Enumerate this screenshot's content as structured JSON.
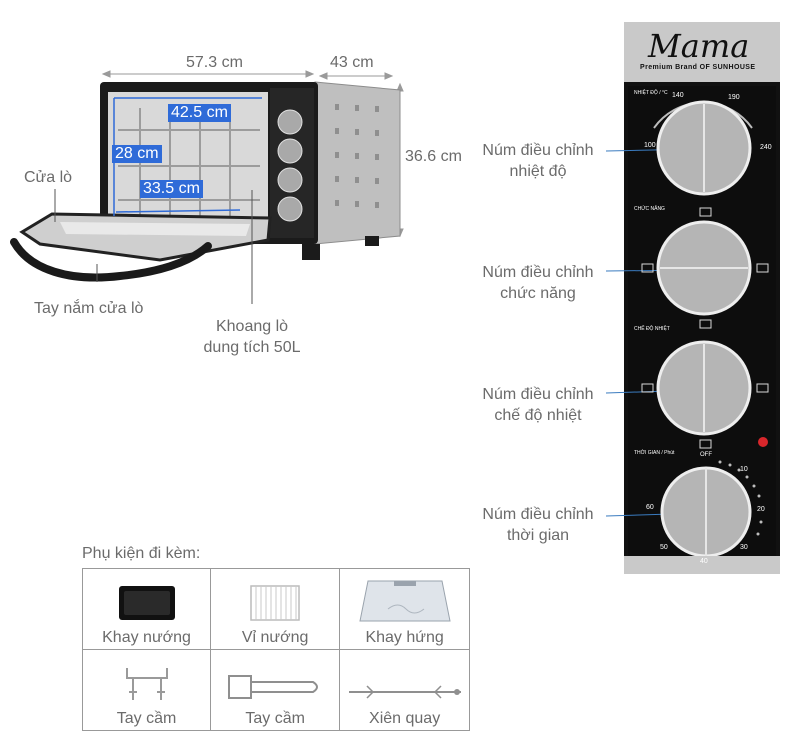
{
  "dimensions": {
    "width": "57.3 cm",
    "depth": "43 cm",
    "height": "36.6 cm",
    "inner_width": "42.5 cm",
    "inner_height": "28 cm",
    "inner_depth": "33.5 cm"
  },
  "callouts": {
    "door": "Cửa lò",
    "handle": "Tay nắm cửa lò",
    "cavity_line1": "Khoang lò",
    "cavity_line2": "dung tích 50L"
  },
  "knobs": [
    {
      "line1": "Núm điều chỉnh",
      "line2": "nhiệt độ"
    },
    {
      "line1": "Núm điều chỉnh",
      "line2": "chức năng"
    },
    {
      "line1": "Núm điều chỉnh",
      "line2": "chế độ nhiệt"
    },
    {
      "line1": "Núm điều chỉnh",
      "line2": "thời gian"
    }
  ],
  "panel": {
    "brand": "Mama",
    "tagline": "Premium Brand OF SUNHOUSE",
    "temp_label": "NHIỆT ĐỘ / °C",
    "temp_ticks": [
      "100",
      "140",
      "190",
      "240"
    ],
    "function_label": "CHỨC NĂNG",
    "heat_label": "CHẾ ĐỘ NHIỆT",
    "timer_label": "THỜI GIAN / Phút",
    "timer_ticks": [
      "OFF",
      "10",
      "20",
      "30",
      "40",
      "50",
      "60"
    ]
  },
  "accessories": {
    "title": "Phụ kiện đi kèm:",
    "items": [
      {
        "label": "Khay nướng",
        "icon": "baking-tray-icon"
      },
      {
        "label": "Vỉ nướng",
        "icon": "grill-rack-icon"
      },
      {
        "label": "Khay hứng",
        "icon": "drip-tray-icon"
      },
      {
        "label": "Tay cầm",
        "icon": "tray-handle-icon"
      },
      {
        "label": "Tay cầm",
        "icon": "rack-handle-icon"
      },
      {
        "label": "Xiên quay",
        "icon": "rotisserie-spit-icon"
      }
    ]
  },
  "colors": {
    "dimension_box": "#2f6bd8",
    "panel_black": "#111111",
    "indicator_red": "#d8262b"
  }
}
